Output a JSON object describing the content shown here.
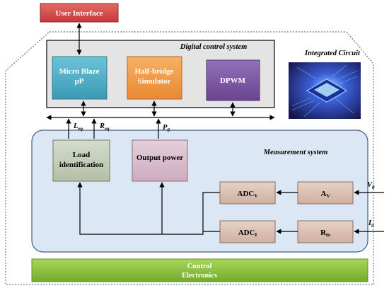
{
  "labels": {
    "user_interface": "User Interface",
    "digital_control_system": "Digital control system",
    "integrated_circuit": "Integrated Circuit",
    "measurement_system": "Measurement system",
    "micro_blaze_line1": "Micro Blaze",
    "micro_blaze_line2": "µP",
    "half_bridge_line1": "Half-bridge",
    "half_bridge_line2": "Simulator",
    "dpwm": "DPWM",
    "load_id_line1": "Load",
    "load_id_line2": "identification",
    "output_power": "Output power",
    "adc_v_main": "ADC",
    "adc_v_sub": "V",
    "adc_i_main": "ADC",
    "adc_i_sub": "I",
    "av_main": "A",
    "av_sub": "V",
    "rin_main": "R",
    "rin_sub": "in",
    "leq_main": "L",
    "leq_sub": "eq",
    "req_main": "R",
    "req_sub": "eq",
    "p0_main": "P",
    "p0_sub": "0",
    "v0_main": "V",
    "v0_sub": "0",
    "i0_main": "I",
    "i0_sub": "0",
    "control_line1": "Control",
    "control_line2": "Electronics"
  },
  "colors": {
    "user_interface": "#d94a48",
    "micro_blaze": "#4bafc6",
    "half_bridge": "#f29a45",
    "dpwm": "#7d55a3",
    "load_id": "#c4cdb8",
    "output_power": "#d8bccb",
    "adc_boxes": "#d9bfb2",
    "control": "#8cc63e",
    "measurement_bg": "#dbe7f5",
    "digital_bg": "#e4e4e4"
  }
}
